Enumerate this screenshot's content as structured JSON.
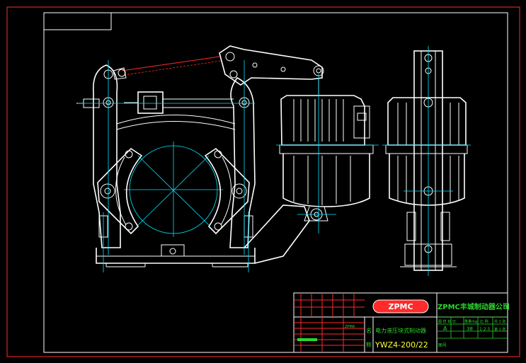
{
  "drawing": {
    "logo_text": "ZPMC",
    "company": "ZPMC丰城制动器公司",
    "product_name": "电力液压块式制动器",
    "model": "YWZ4-200/22",
    "version_mark": "A",
    "weight": "38",
    "scale": "1:2.5",
    "sheet_total": "共 1 张",
    "sheet_no": "第 1 张",
    "column_headers": [
      "图 样 标 记",
      "重量(kg)",
      "比 例"
    ],
    "stamp_label": "ZPMA",
    "side_char_top": "名",
    "side_char_bottom": "称",
    "drawing_no_label": "图号"
  },
  "colors": {
    "background": "#000000",
    "frame": "#ff2a2a",
    "outline": "#ffffff",
    "centerline": "#00e5ff",
    "title_text": "#2bd62b",
    "model_text": "#ffff33"
  }
}
